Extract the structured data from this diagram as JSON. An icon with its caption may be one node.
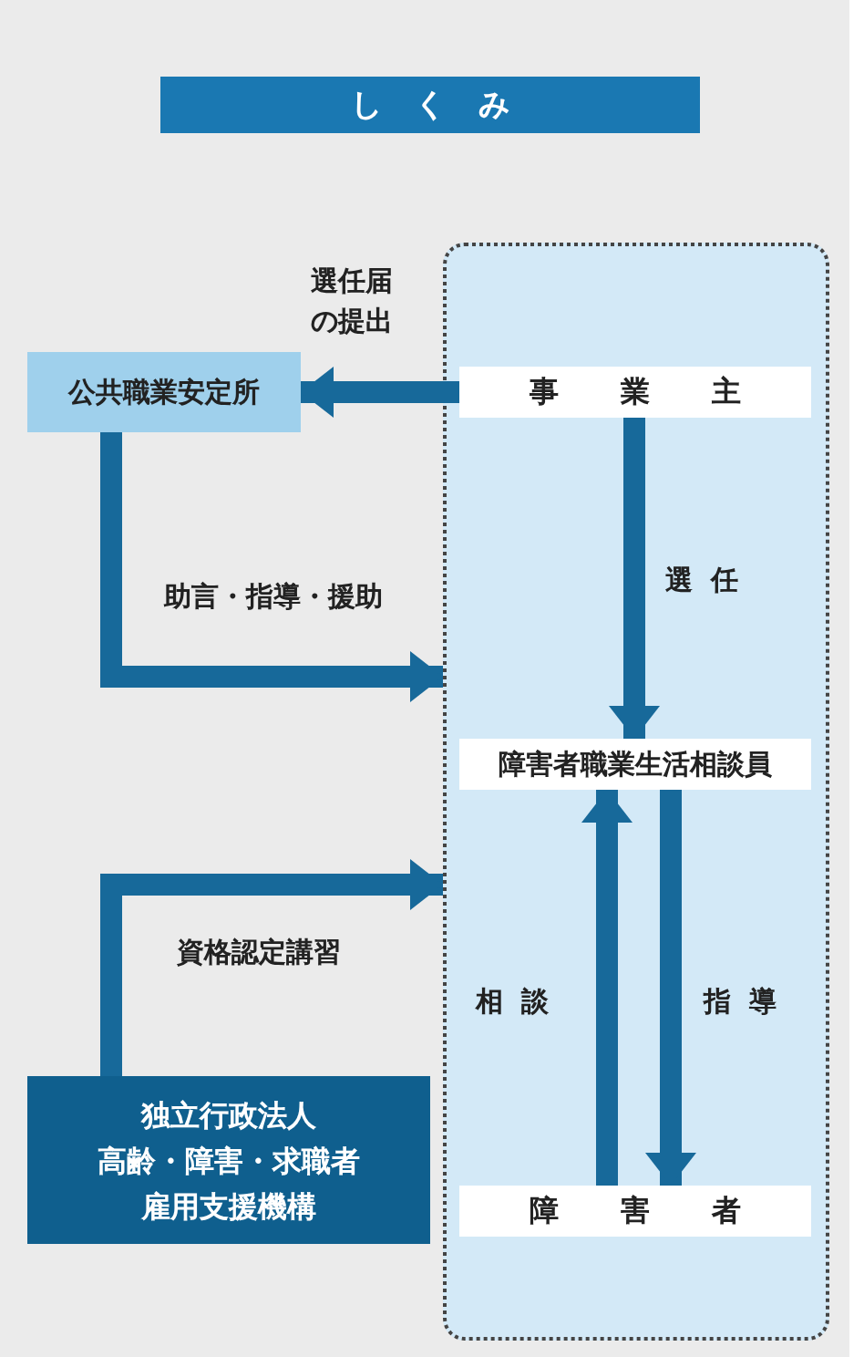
{
  "diagram": {
    "title": "しくみ",
    "nodes": [
      {
        "text": [],
        "shape": "box"
      },
      {
        "text": [
          "公共職業安定所"
        ]
      },
      {
        "text": [
          "事業主"
        ],
        "in": 0
      },
      {
        "text": [
          "障害者職業生活相談員"
        ],
        "in": 0
      },
      {
        "text": [
          "障害者"
        ],
        "in": 0
      },
      {
        "text": [
          "独立行政法人高齢・障害・求職者雇用支援機構"
        ]
      }
    ],
    "edges": [
      {
        "from": 2,
        "to": 1,
        "arrow": "to",
        "label": "選任届の提出"
      },
      {
        "from": 1,
        "to": 0,
        "arrow": "to",
        "label": "助言・指導・援助"
      },
      {
        "from": 2,
        "to": 3,
        "arrow": "to",
        "label": "選任"
      },
      {
        "from": 5,
        "to": 0,
        "arrow": "to",
        "label": "資格認定講習"
      },
      {
        "from": 4,
        "to": 3,
        "arrow": "to",
        "label": "相談"
      },
      {
        "from": 3,
        "to": 4,
        "arrow": "to",
        "label": "指導"
      }
    ]
  }
}
